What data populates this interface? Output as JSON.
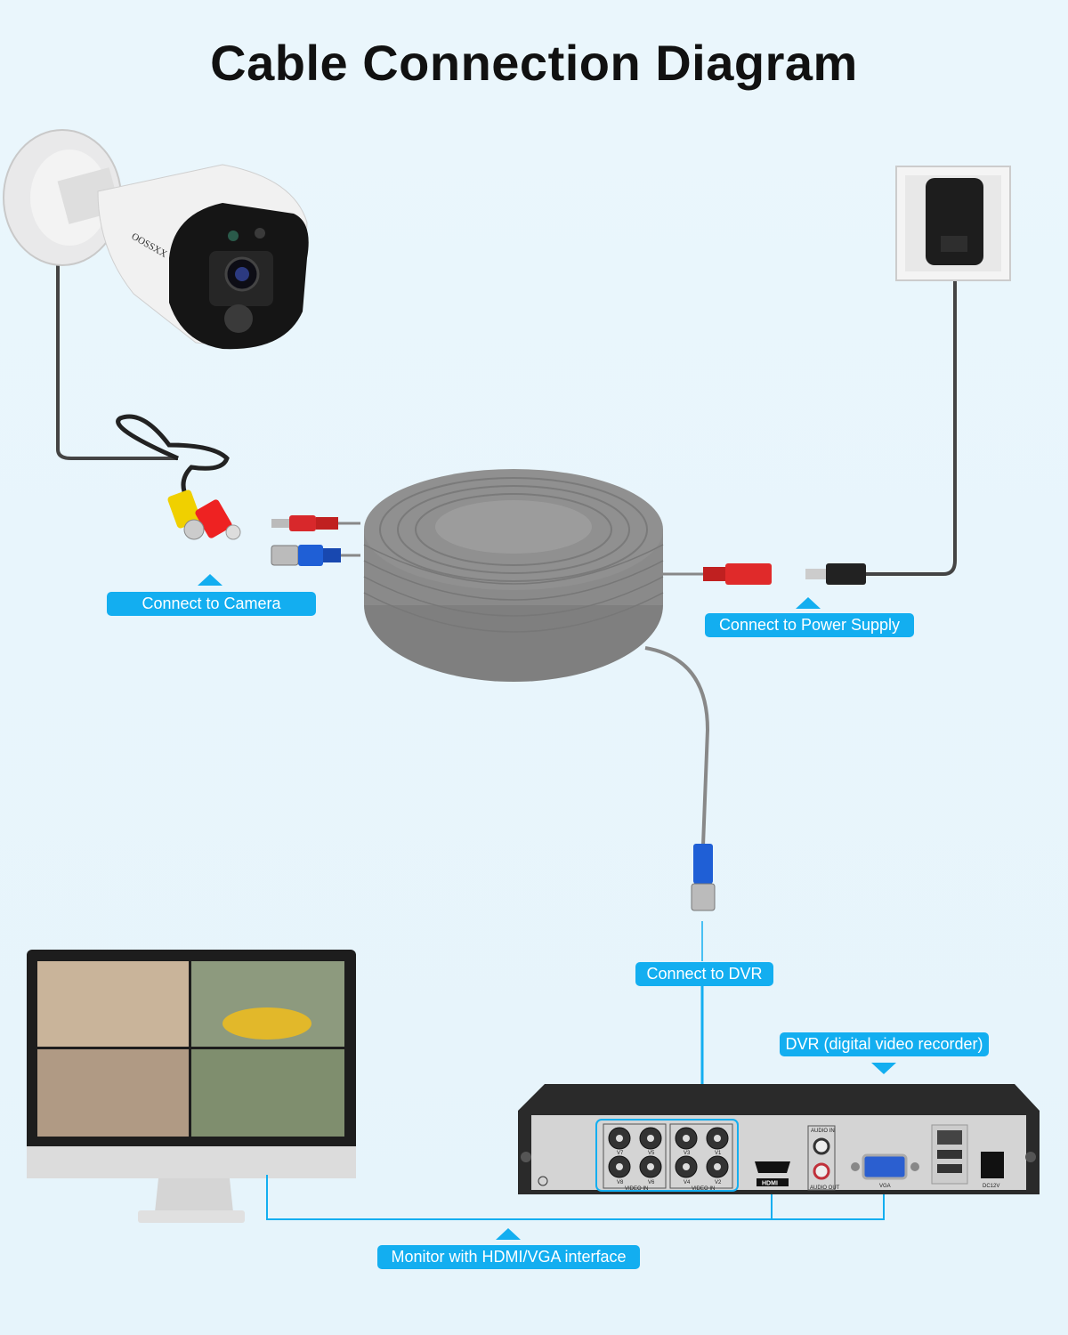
{
  "title": "Cable Connection Diagram",
  "camera": {
    "brand": "OOSSXX"
  },
  "labels": {
    "camera": "Connect to Camera",
    "power": "Connect to Power Supply",
    "dvr_connect": "Connect to DVR",
    "dvr": "DVR (digital video recorder)",
    "monitor": "Monitor with HDMI/VGA interface"
  },
  "dvr_ports": {
    "video_in_a": [
      "V7",
      "V5",
      "V8",
      "V6"
    ],
    "video_in_b": [
      "V3",
      "V1",
      "V4",
      "V2"
    ],
    "video_in_label": "VIDEO IN",
    "hdmi": "HDMI",
    "audio_in": "AUDIO IN",
    "audio_out": "AUDIO OUT",
    "vga": "VGA",
    "dc": "DC12V"
  },
  "colors": {
    "accent": "#13aef0",
    "background": "#eaf6fc",
    "cable": "#8a8a8a"
  }
}
